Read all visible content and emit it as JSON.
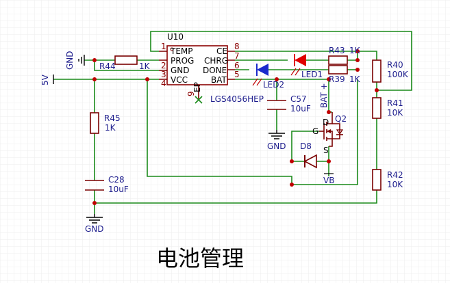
{
  "title": "电池管理",
  "ic": {
    "ref": "U10",
    "part": "LGS4056HEP",
    "ep_pin": "EP",
    "ep_num": "9",
    "left_pins": [
      {
        "num": "1",
        "name": "TEMP"
      },
      {
        "num": "2",
        "name": "PROG"
      },
      {
        "num": "3",
        "name": "GND"
      },
      {
        "num": "4",
        "name": "VCC"
      }
    ],
    "right_pins": [
      {
        "num": "8",
        "name": "CE"
      },
      {
        "num": "7",
        "name": "CHRG"
      },
      {
        "num": "6",
        "name": "DONE"
      },
      {
        "num": "5",
        "name": "BAT"
      }
    ]
  },
  "nets": {
    "five_v": "5V",
    "gnd": "GND",
    "bat_plus": "BAT +",
    "vb": "VB"
  },
  "parts": {
    "r44": {
      "ref": "R44",
      "value": "1K"
    },
    "r45": {
      "ref": "R45",
      "value": "1K"
    },
    "c28": {
      "ref": "C28",
      "value": "10uF"
    },
    "c57": {
      "ref": "C57",
      "value": "10uF"
    },
    "r43": {
      "ref": "R43",
      "value": "1K"
    },
    "r39": {
      "ref": "R39",
      "value": "1K"
    },
    "r40": {
      "ref": "R40",
      "value": "100K"
    },
    "r41": {
      "ref": "R41",
      "value": "10K"
    },
    "r42": {
      "ref": "R42",
      "value": "10K"
    },
    "led1": {
      "ref": "LED1"
    },
    "led2": {
      "ref": "LED2"
    },
    "d8": {
      "ref": "D8"
    },
    "q2": {
      "ref": "Q2",
      "d": "D",
      "g": "G",
      "s": "S"
    }
  },
  "colors": {
    "wire": "#1a8a1a",
    "part": "#7a0000",
    "led1": "#e00000",
    "led2": "#1a2acc",
    "junction": "#c00000"
  }
}
